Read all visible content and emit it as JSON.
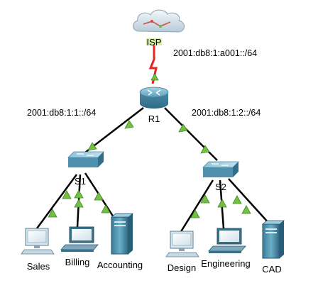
{
  "devices": {
    "isp": {
      "label": "ISP"
    },
    "r1": {
      "label": "R1"
    },
    "s1": {
      "label": "S1"
    },
    "s2": {
      "label": "S2"
    },
    "sales": {
      "label": "Sales"
    },
    "billing": {
      "label": "Billing"
    },
    "accounting": {
      "label": "Accounting"
    },
    "design": {
      "label": "Design"
    },
    "engineering": {
      "label": "Engineering"
    },
    "cad": {
      "label": "CAD"
    }
  },
  "networks": {
    "isp_link": "2001:db8:1:a001::/64",
    "s1_link": "2001:db8:1:1::/64",
    "s2_link": "2001:db8:1:2::/64"
  },
  "colors": {
    "serial_link": "#e8241e",
    "ethernet_link": "#000000",
    "link_up": "#74c044",
    "device_blue": "#5b9bb5"
  }
}
